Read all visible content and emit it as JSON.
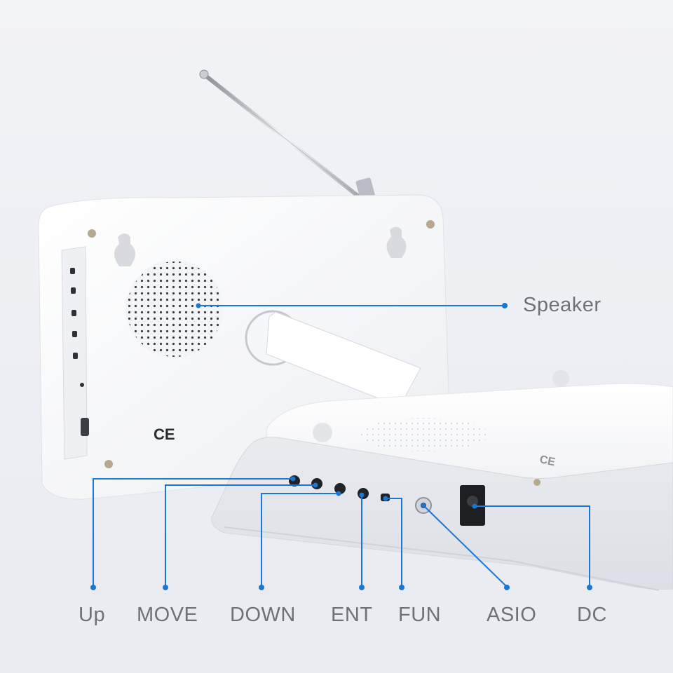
{
  "image": {
    "subject": "device-back-panel",
    "mark": "CE"
  },
  "callouts": {
    "speaker": "Speaker",
    "up": "Up",
    "move": "MOVE",
    "down": "DOWN",
    "ent": "ENT",
    "fun": "FUN",
    "asio": "ASIO",
    "dc": "DC"
  },
  "colors": {
    "background": "#eef0f5",
    "callout_line": "#1a78d4",
    "label_text": "#6d7179",
    "device_body": "#ffffff"
  }
}
